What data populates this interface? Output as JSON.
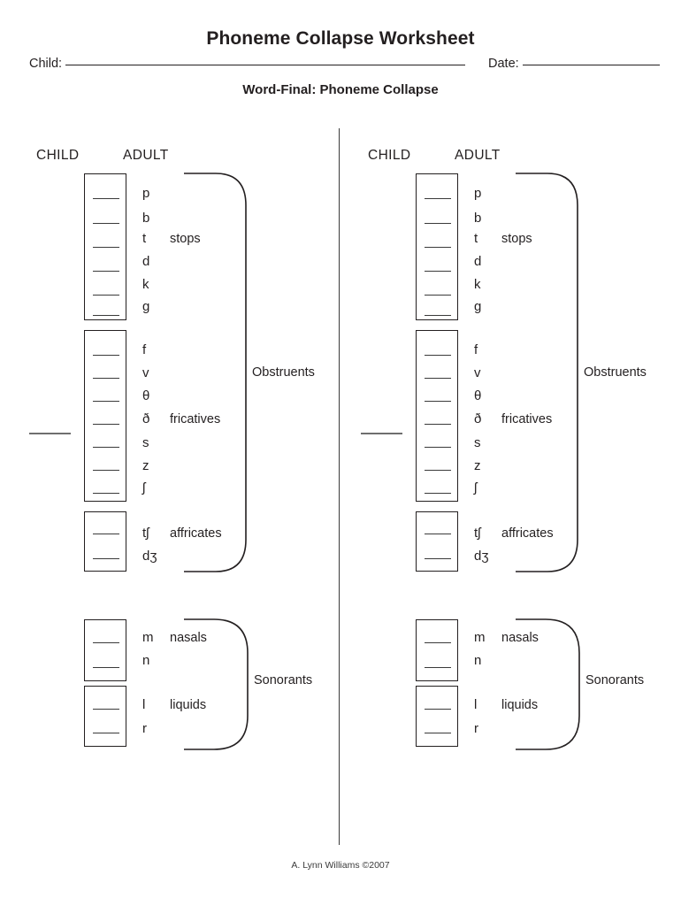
{
  "header": {
    "title": "Phoneme Collapse Worksheet",
    "child_label": "Child:",
    "date_label": "Date:",
    "subtitle": "Word-Final: Phoneme Collapse"
  },
  "columns": {
    "child": "CHILD",
    "adult": "ADULT"
  },
  "groups": [
    {
      "key": "stops",
      "label": "stops",
      "symbols": [
        "p",
        "b",
        "t",
        "d",
        "k",
        "g"
      ],
      "lines": 6
    },
    {
      "key": "fricatives",
      "label": "fricatives",
      "symbols": [
        "f",
        "v",
        "θ",
        "ð",
        "s",
        "z",
        "ʃ"
      ],
      "lines": 7
    },
    {
      "key": "affricates",
      "label": "affricates",
      "symbols": [
        "tʃ",
        "dʒ"
      ],
      "lines": 2
    },
    {
      "key": "nasals",
      "label": "nasals",
      "symbols": [
        "m",
        "n"
      ],
      "lines": 2
    },
    {
      "key": "liquids",
      "label": "liquids",
      "symbols": [
        "l",
        "r"
      ],
      "lines": 2
    }
  ],
  "classes": {
    "obstruents": "Obstruents",
    "sonorants": "Sonorants"
  },
  "footer": {
    "credit": "A. Lynn Williams ©2007"
  },
  "colors": {
    "ink": "#231f20",
    "rule": "#3a3a3a",
    "divider": "#3b3b3b"
  }
}
